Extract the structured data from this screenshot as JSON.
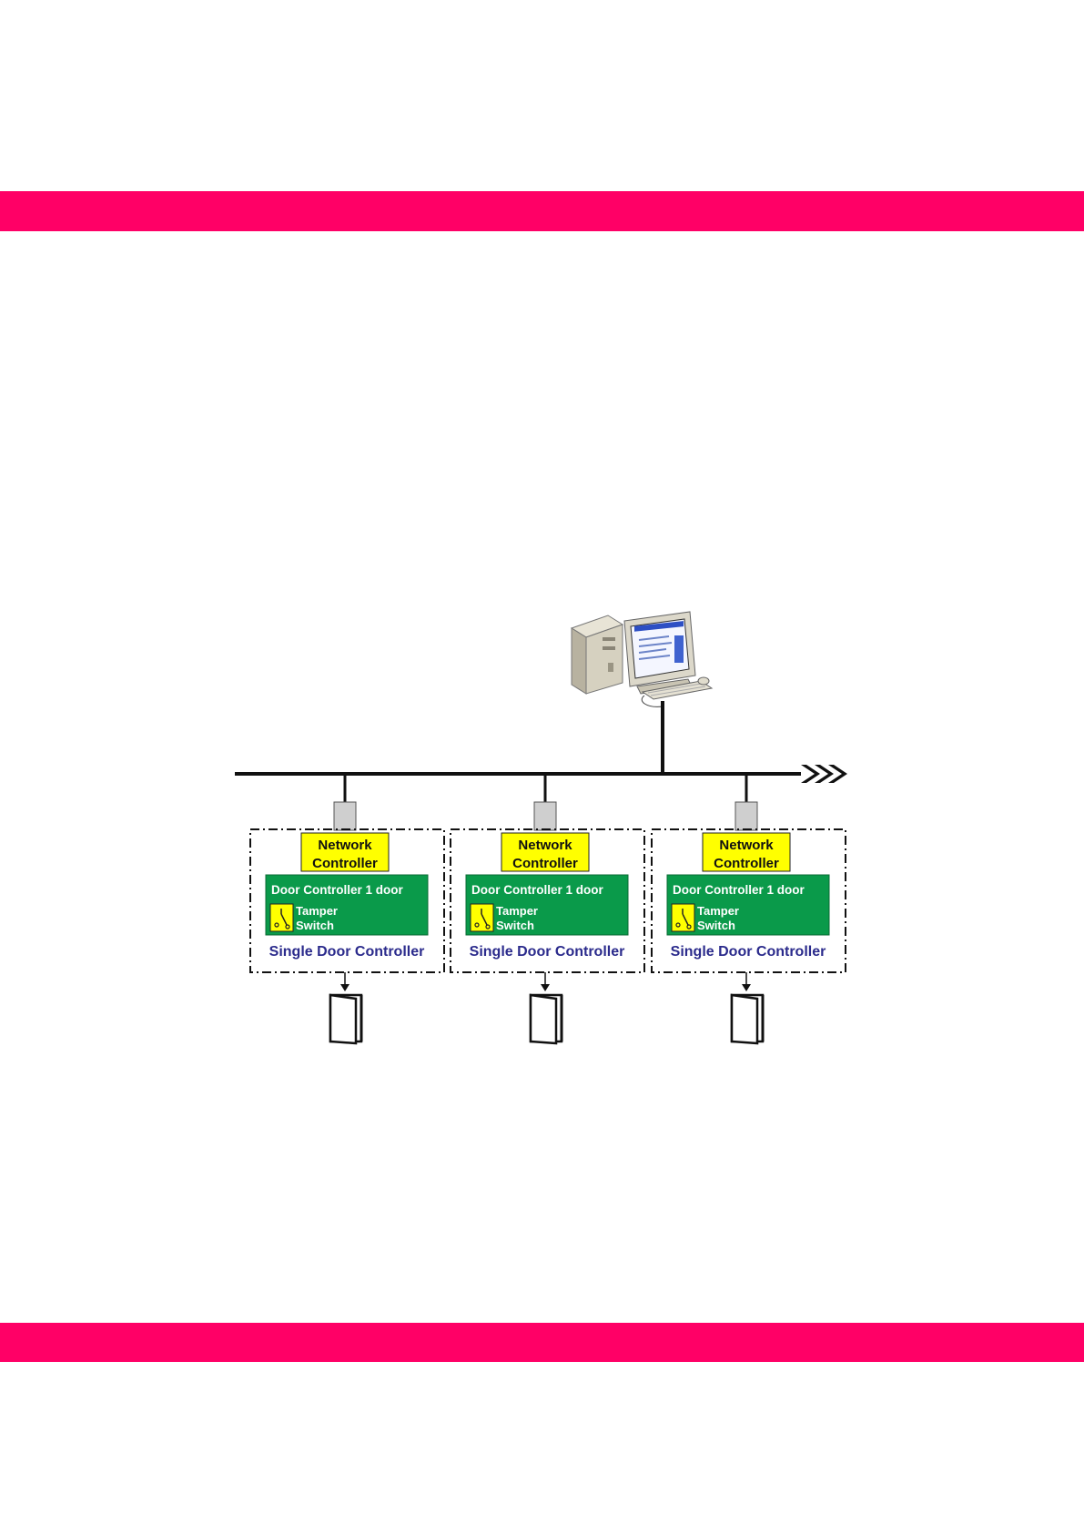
{
  "colors": {
    "band": "#ff0066",
    "network_controller_fill": "#ffff00",
    "door_controller_fill": "#0a9a4a",
    "controller_label": "#2b2b8c",
    "line": "#111111"
  },
  "controllers": [
    {
      "network_line1": "Network",
      "network_line2": "Controller",
      "door_controller": "Door Controller 1 door",
      "tamper_line1": "Tamper",
      "tamper_line2": "Switch",
      "single_door_label": "Single Door  Controller"
    },
    {
      "network_line1": "Network",
      "network_line2": "Controller",
      "door_controller": "Door Controller 1 door",
      "tamper_line1": "Tamper",
      "tamper_line2": "Switch",
      "single_door_label": "Single Door  Controller"
    },
    {
      "network_line1": "Network",
      "network_line2": "Controller",
      "door_controller": "Door Controller 1 door",
      "tamper_line1": "Tamper",
      "tamper_line2": "Switch",
      "single_door_label": "Single Door  Controller"
    }
  ],
  "icons": {
    "computer": "desktop-computer-icon",
    "bus_arrow": "chevron-arrows-icon",
    "switch": "tamper-switch-icon",
    "door": "door-icon"
  }
}
